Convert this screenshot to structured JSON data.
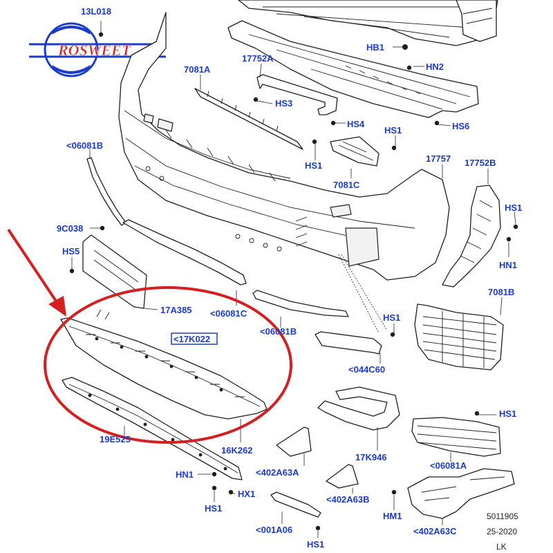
{
  "logo": {
    "text": "ROSWEET",
    "color": "#1a3cc8",
    "accent": "#d42020"
  },
  "colors": {
    "label": "#1a3cc8",
    "highlight_circle": "#d42020",
    "arrow": "#d42020",
    "line": "#1e1e1e"
  },
  "labels": {
    "l_13L018": "13L018",
    "l_7081A": "7081A",
    "l_17752A": "17752A",
    "l_HB1": "HB1",
    "l_HN2": "HN2",
    "l_HS3": "HS3",
    "l_HS4": "HS4",
    "l_HS6": "HS6",
    "l_HS1_a": "HS1",
    "l_06081B_a": "<06081B",
    "l_HS1_b": "HS1",
    "l_7081C": "7081C",
    "l_17757": "17757",
    "l_17752B": "17752B",
    "l_HS1_c": "HS1",
    "l_9C038": "9C038",
    "l_HN1_a": "HN1",
    "l_HS5": "HS5",
    "l_7081B": "7081B",
    "l_17A385": "17A385",
    "l_06081C": "<06081C",
    "l_06081B_b": "<06081B",
    "l_HS1_d": "HS1",
    "l_17K022": "<17K022",
    "l_044C60": "<044C60",
    "l_HS1_e": "HS1",
    "l_19E525": "19E525",
    "l_16K262": "16K262",
    "l_17K946": "17K946",
    "l_06081A": "<06081A",
    "l_402A63A": "<402A63A",
    "l_HN1_b": "HN1",
    "l_HX1": "HX1",
    "l_402A63B": "<402A63B",
    "l_HS1_f": "HS1",
    "l_HM1": "HM1",
    "l_402A63C": "<402A63C",
    "l_001A06": "<001A06",
    "l_HS1_g": "HS1"
  },
  "footer": {
    "code": "5011905",
    "date": "25-2020",
    "initials": "LK"
  }
}
